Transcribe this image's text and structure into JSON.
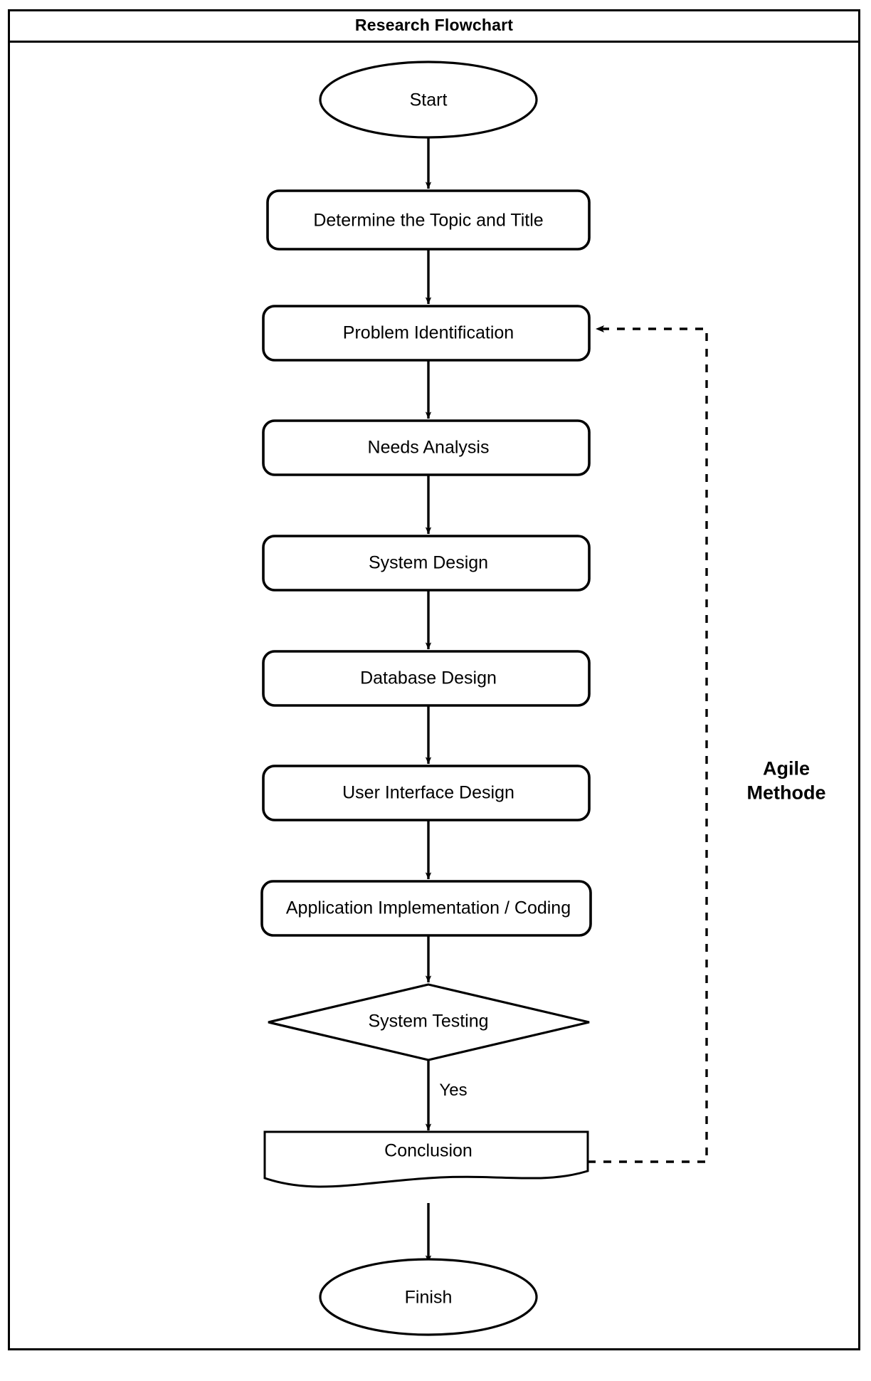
{
  "header": {
    "title": "Research Flowchart"
  },
  "diagram": {
    "type": "flowchart",
    "orientation": "top-to-bottom",
    "stroke_color": "#000000",
    "fill_color": "#ffffff",
    "nodes": [
      {
        "id": "start",
        "shape": "ellipse",
        "label": "Start"
      },
      {
        "id": "topic",
        "shape": "rounded-rect",
        "label": "Determine the Topic and Title"
      },
      {
        "id": "problem",
        "shape": "rounded-rect",
        "label": "Problem Identification"
      },
      {
        "id": "needs",
        "shape": "rounded-rect",
        "label": "Needs Analysis"
      },
      {
        "id": "sysdesign",
        "shape": "rounded-rect",
        "label": "System Design"
      },
      {
        "id": "dbdesign",
        "shape": "rounded-rect",
        "label": "Database Design"
      },
      {
        "id": "uidesign",
        "shape": "rounded-rect",
        "label": "User Interface Design"
      },
      {
        "id": "coding",
        "shape": "rounded-rect",
        "label": "Application Implementation / Coding"
      },
      {
        "id": "testing",
        "shape": "diamond",
        "label": "System Testing"
      },
      {
        "id": "conclusion",
        "shape": "document",
        "label": "Conclusion"
      },
      {
        "id": "finish",
        "shape": "ellipse",
        "label": "Finish"
      }
    ],
    "edges": [
      {
        "from": "start",
        "to": "topic",
        "style": "solid",
        "label": ""
      },
      {
        "from": "topic",
        "to": "problem",
        "style": "solid",
        "label": ""
      },
      {
        "from": "problem",
        "to": "needs",
        "style": "solid",
        "label": ""
      },
      {
        "from": "needs",
        "to": "sysdesign",
        "style": "solid",
        "label": ""
      },
      {
        "from": "sysdesign",
        "to": "dbdesign",
        "style": "solid",
        "label": ""
      },
      {
        "from": "dbdesign",
        "to": "uidesign",
        "style": "solid",
        "label": ""
      },
      {
        "from": "uidesign",
        "to": "coding",
        "style": "solid",
        "label": ""
      },
      {
        "from": "coding",
        "to": "testing",
        "style": "solid",
        "label": ""
      },
      {
        "from": "testing",
        "to": "conclusion",
        "style": "solid",
        "label": "Yes"
      },
      {
        "from": "conclusion",
        "to": "finish",
        "style": "solid",
        "label": ""
      },
      {
        "from": "conclusion",
        "to": "problem",
        "style": "dashed",
        "label": ""
      }
    ],
    "annotations": [
      {
        "id": "agile",
        "line1": "Agile",
        "line2": "Methode"
      }
    ]
  }
}
